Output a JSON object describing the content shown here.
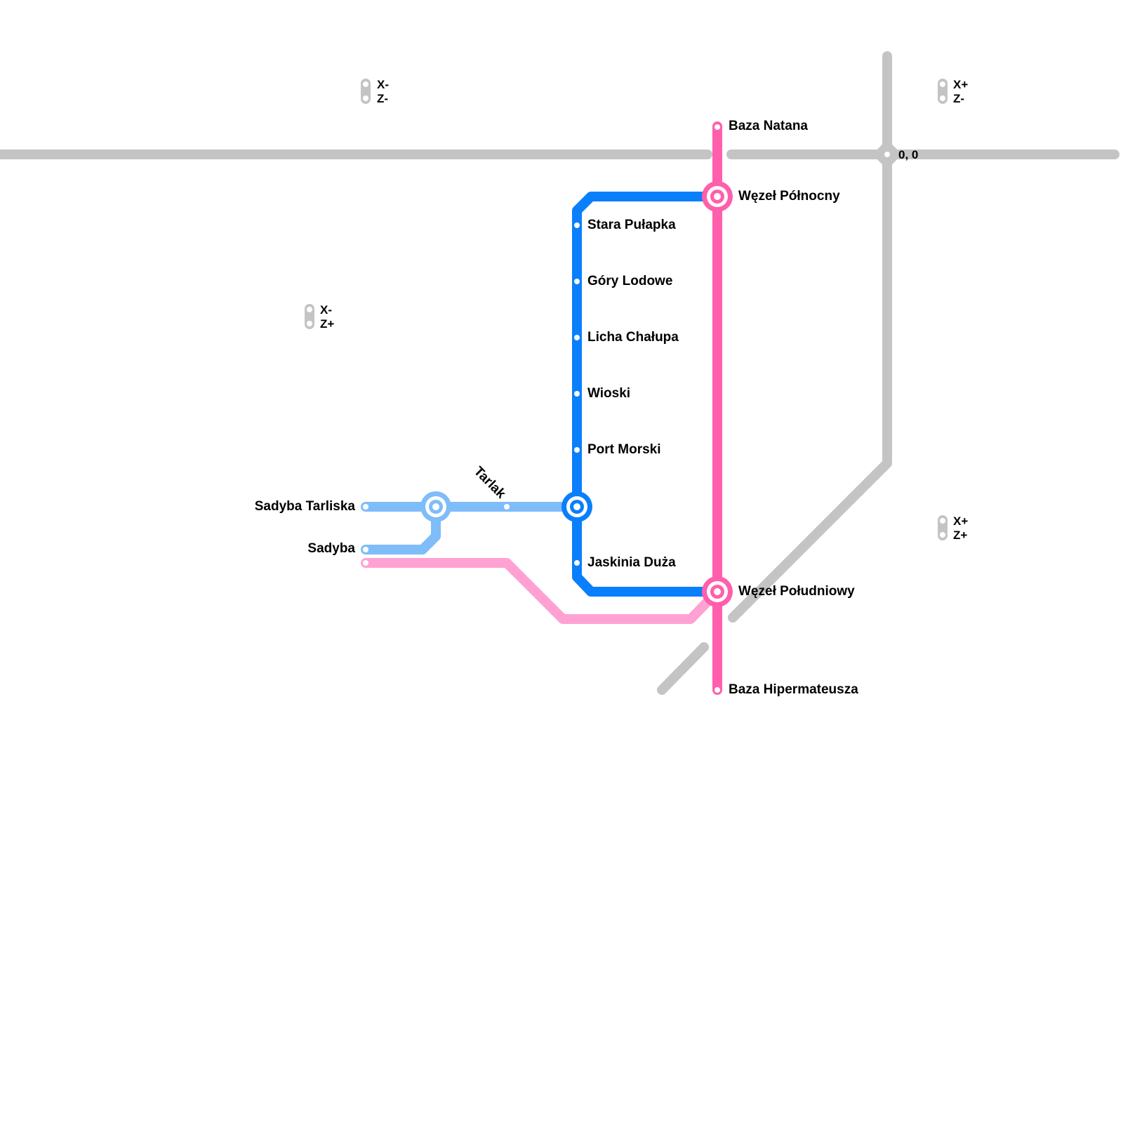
{
  "colors": {
    "grid": "#c4c4c4",
    "line_blue": "#0a7ffc",
    "line_light_blue": "#7fbcfa",
    "line_pink": "#ff5fac",
    "line_light_pink": "#ffa2d3",
    "station_fill": "#ffffff"
  },
  "origin": {
    "label": "0, 0"
  },
  "quadrants": {
    "nw": {
      "x": "X-",
      "z": "Z-"
    },
    "sw": {
      "x": "X-",
      "z": "Z+"
    },
    "ne": {
      "x": "X+",
      "z": "Z-"
    },
    "se": {
      "x": "X+",
      "z": "Z+"
    }
  },
  "stations": {
    "baza_natana": "Baza Natana",
    "wezel_polnocny": "Węzeł Północny",
    "stara_pulapka": "Stara Pułapka",
    "gory_lodowe": "Góry Lodowe",
    "licha_chalupa": "Licha Chałupa",
    "wioski": "Wioski",
    "port_morski": "Port Morski",
    "sadyba_tarliska": "Sadyba Tarliska",
    "tarlak": "Tarlak",
    "sadyba": "Sadyba",
    "jaskinia_duza": "Jaskinia Duża",
    "wezel_poludniowy": "Węzeł Południowy",
    "baza_hipermateusza": "Baza Hipermateusza"
  }
}
